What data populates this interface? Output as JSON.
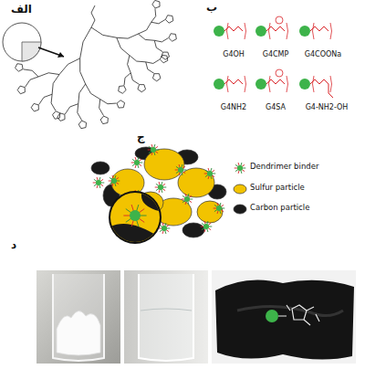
{
  "diagram": {
    "labels": [
      "الف",
      "ب",
      "ج",
      "د",
      "G4OH",
      "G4CMP",
      "G4COONa",
      "G4NH2",
      "G4SA",
      "G4-NH2-OH"
    ],
    "legend": [
      {
        "text": "Dendrimer binder"
      },
      {
        "text": "Sulfur particle"
      },
      {
        "text": "Carbon particle"
      }
    ]
  }
}
